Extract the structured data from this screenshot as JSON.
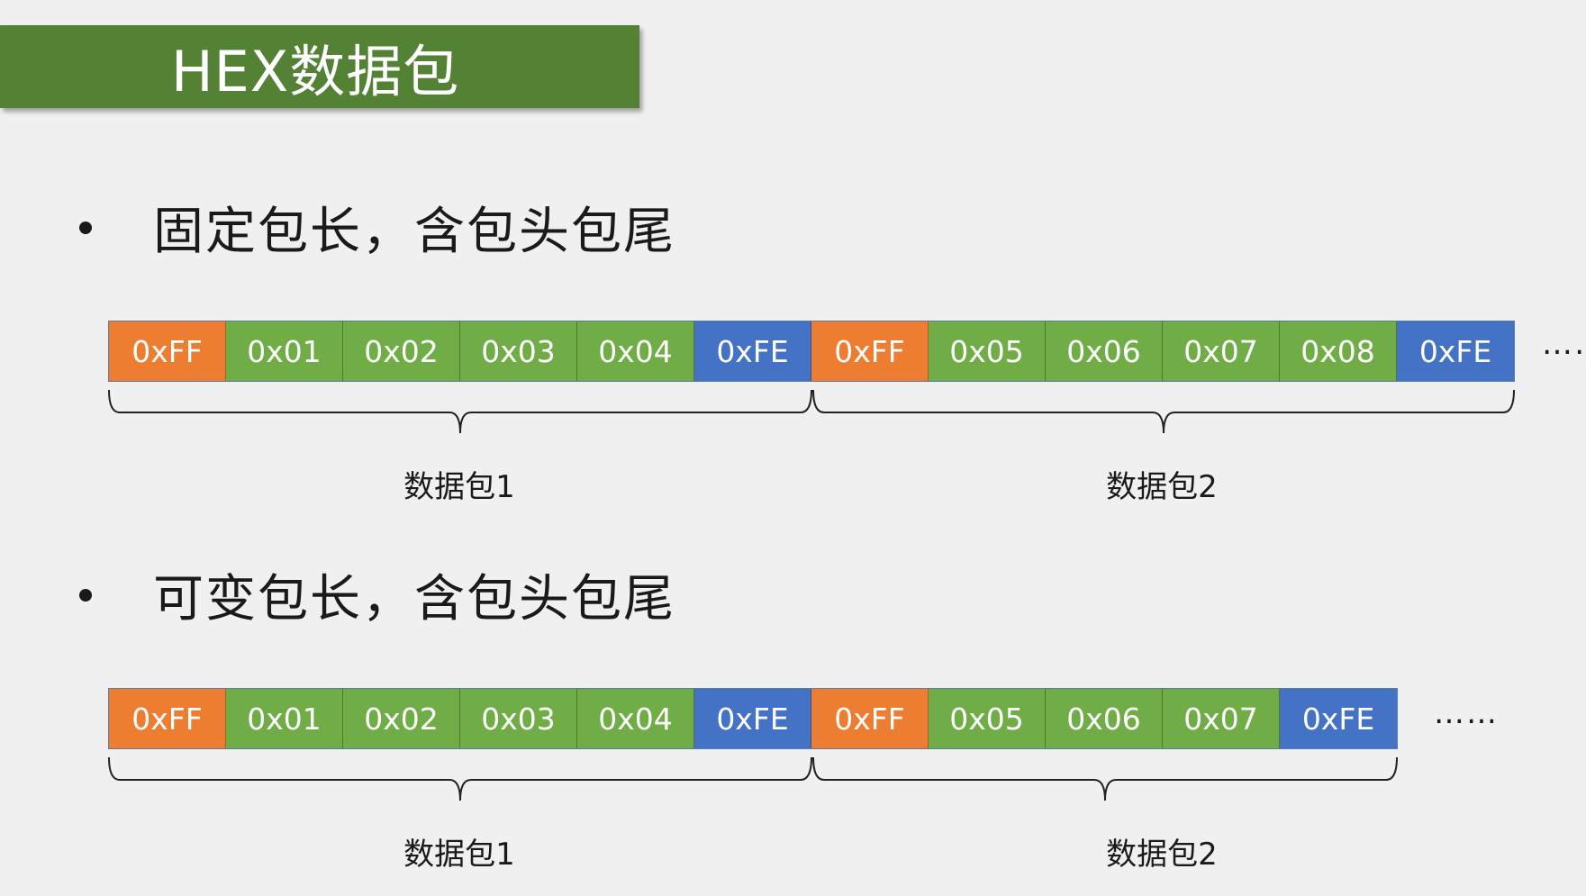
{
  "title": "HEX数据包",
  "sections": [
    {
      "bullet": "固定包长，含包头包尾",
      "cells": [
        {
          "text": "0xFF",
          "kind": "head"
        },
        {
          "text": "0x01",
          "kind": "body"
        },
        {
          "text": "0x02",
          "kind": "body"
        },
        {
          "text": "0x03",
          "kind": "body"
        },
        {
          "text": "0x04",
          "kind": "body"
        },
        {
          "text": "0xFE",
          "kind": "tail"
        },
        {
          "text": "0xFF",
          "kind": "head"
        },
        {
          "text": "0x05",
          "kind": "body"
        },
        {
          "text": "0x06",
          "kind": "body"
        },
        {
          "text": "0x07",
          "kind": "body"
        },
        {
          "text": "0x08",
          "kind": "body"
        },
        {
          "text": "0xFE",
          "kind": "tail"
        }
      ],
      "ellipsis": "……",
      "packets": [
        {
          "label": "数据包1"
        },
        {
          "label": "数据包2"
        }
      ]
    },
    {
      "bullet": "可变包长，含包头包尾",
      "cells": [
        {
          "text": "0xFF",
          "kind": "head"
        },
        {
          "text": "0x01",
          "kind": "body"
        },
        {
          "text": "0x02",
          "kind": "body"
        },
        {
          "text": "0x03",
          "kind": "body"
        },
        {
          "text": "0x04",
          "kind": "body"
        },
        {
          "text": "0xFE",
          "kind": "tail"
        },
        {
          "text": "0xFF",
          "kind": "head"
        },
        {
          "text": "0x05",
          "kind": "body"
        },
        {
          "text": "0x06",
          "kind": "body"
        },
        {
          "text": "0x07",
          "kind": "body"
        },
        {
          "text": "0xFE",
          "kind": "tail"
        }
      ],
      "ellipsis": "……",
      "packets": [
        {
          "label": "数据包1"
        },
        {
          "label": "数据包2"
        }
      ]
    }
  ],
  "colors": {
    "title_bg": "#548235",
    "head": "#ED7D31",
    "body": "#70AD47",
    "tail": "#4472C4"
  }
}
